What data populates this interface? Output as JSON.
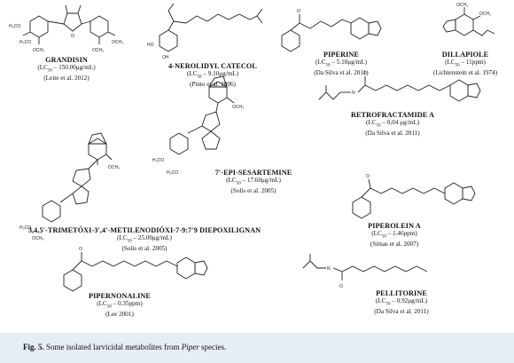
{
  "compounds": [
    {
      "name": "GRANDISIN",
      "lc_prefix": "(LC",
      "lc_value": " – 150.00μg/mL)",
      "ref": "(Leite et al. 2012)"
    },
    {
      "name": "4-NEROLIDYL CATECOL",
      "lc_prefix": "(LC",
      "lc_value": " – 9.10μg/mL)",
      "ref": "(Pinto et al. 2006)"
    },
    {
      "name": "PIPERINE",
      "lc_prefix": "(LC",
      "lc_value": " – 5.10μg/mL)",
      "ref": "(Da Silva et al. 2011)"
    },
    {
      "name": "DILLAPIOLE",
      "lc_prefix": "(LC",
      "lc_value": " – 11ppm)",
      "ref": "(Lichtenstein et al. 1974)"
    },
    {
      "name": "RETROFRACTAMIDE A",
      "lc_prefix": "(LC",
      "lc_value": " – 0,04 μg/mL)",
      "ref": "(Da Silva et al. 2011)"
    },
    {
      "name": "7'-EPI-SESARTEMINE",
      "lc_prefix": "(LC",
      "lc_value": " – 17.60μg/mL)",
      "ref": "(Solis et al. 2005)"
    },
    {
      "name": "3,4,5'-TRIMETÓXI-3',4'-METILENODIÓXI-7-9:7'9 DIEPOXILIGNAN",
      "lc_prefix": "(LC",
      "lc_value": " – 25.00μg/mL)",
      "ref": "(Solis et al. 2005)"
    },
    {
      "name": "PIPEROLEIN A",
      "lc_prefix": "(LC",
      "lc_value": " – 1.46ppm)",
      "ref": "(Simas et al. 2007)"
    },
    {
      "name": "PIPERNONALINE",
      "lc_prefix": "(LC",
      "lc_value": " – 0.35ppm)",
      "ref": "(Lee 2001)"
    },
    {
      "name": "PELLITORINE",
      "lc_prefix": "(LC",
      "lc_value": " – 0.92μg/mL)",
      "ref": "(Da Silva et al. 2011)"
    }
  ],
  "lc_subscript": "50",
  "atom_labels": {
    "ome": "OCH₃",
    "meo": "H₃CO",
    "oh": "HO",
    "oh2": "OH",
    "o": "O",
    "n": "N",
    "nh": "N\nH"
  },
  "caption": {
    "fig": "Fig. 5.",
    "text_before": " Some isolated larvicidal metabolites from ",
    "genus": "Piper",
    "text_after": " species."
  }
}
